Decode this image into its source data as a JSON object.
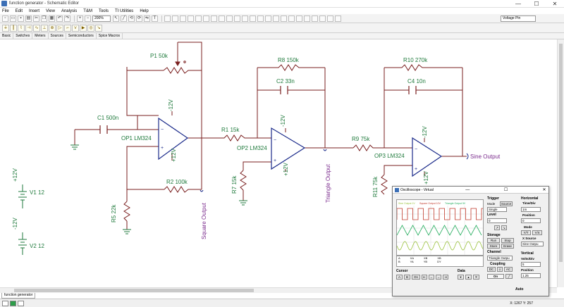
{
  "window": {
    "title": "function generator - Schematic Editor",
    "minimize": "—",
    "maximize": "☐",
    "close": "✕"
  },
  "menu": [
    "File",
    "Edit",
    "Insert",
    "View",
    "Analysis",
    "T&M",
    "Tools",
    "TI Utilities",
    "Help"
  ],
  "toolbar": {
    "zoom": "200%",
    "voltage_pin": "Voltage Pin"
  },
  "component_tabs": [
    "Basic",
    "Switches",
    "Meters",
    "Sources",
    "Semiconductors",
    "Spice Macros"
  ],
  "schematic": {
    "labels": {
      "p1": "P1 50k",
      "c1": "C1 500n",
      "op1": "OP1 LM324",
      "op1_vp": "+12V",
      "op1_vn": "-12V",
      "r2": "R2 100k",
      "r5": "R5 22k",
      "square_output": "Square Output",
      "r1": "R1 15k",
      "r8": "R8 150k",
      "c2": "C2 33n",
      "op2": "OP2 LM324",
      "op2_vp": "+12V",
      "op2_vn": "-12V",
      "r7": "R7 15k",
      "triangle_output": "Triangle Output",
      "r9": "R9 75k",
      "r10": "R10 270k",
      "c4": "C4 10n",
      "op3": "OP3 LM324",
      "op3_vp": "+12V",
      "op3_vn": "-12V",
      "r11": "R11 75k",
      "sine_output": "Sine Output",
      "v1_top": "+12V",
      "v1": "V1 12",
      "v2_top": "-12V",
      "v2": "V2 12"
    }
  },
  "document_tab": "function generator",
  "status": {
    "coords": "X: 1267 Y: 257"
  },
  "oscilloscope": {
    "title": "Oscilloscope - Virtual",
    "legend": {
      "sine": "Sine Output 1V",
      "square": "Square Output 10V",
      "triangle": "Triangle Output 5V"
    },
    "readout": {
      "row1": [
        "A",
        "XA",
        "XB",
        "XB"
      ],
      "row2": [
        "B",
        "YA",
        "YB",
        "DY"
      ]
    },
    "trigger": {
      "title": "Trigger",
      "mode_label": "Mode",
      "source_btn": "Source",
      "mode_value": "Single",
      "level_label": "Level",
      "level_value": "0"
    },
    "horizontal": {
      "title": "Horizontal",
      "time_div_label": "Time/Div",
      "time_div": "1m",
      "position_label": "Position",
      "position": "0",
      "mode_label": "Mode",
      "mode_yt": "Y/T",
      "mode_yx": "Y/X",
      "xsource_label": "X Source",
      "xsource": "Sine Outpu"
    },
    "storage": {
      "title": "Storage",
      "run": "Run",
      "stop": "Stop",
      "store": "Store",
      "erase": "Erase"
    },
    "channel": {
      "title": "Channel",
      "value": "Triangle Outpu"
    },
    "coupling": {
      "title": "Coupling",
      "dc": "DC",
      "ac": "AC"
    },
    "on_btn": "On",
    "vertical": {
      "title": "Vertical",
      "volts_div_label": "Volts/Div",
      "volts_div": "5",
      "position_label": "Position",
      "position": "1.25"
    },
    "cursor": {
      "title": "Cursor",
      "a": "A",
      "b": "B",
      "on": "On"
    },
    "data_label": "Data",
    "auto": "Auto",
    "colors": {
      "square": "#c0392b",
      "triangle": "#27ae60",
      "sine": "#9ac23c"
    }
  }
}
